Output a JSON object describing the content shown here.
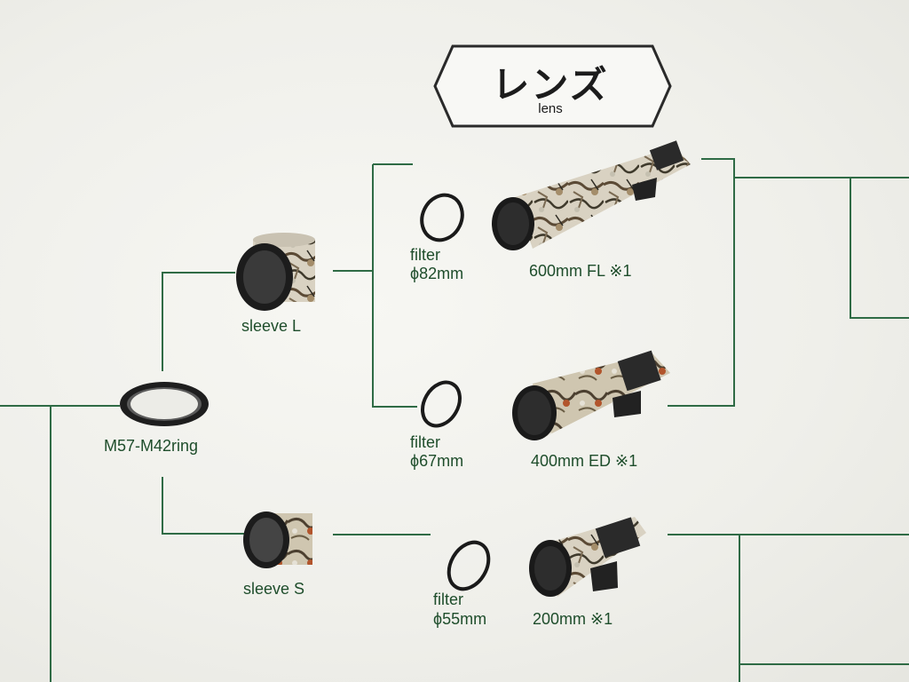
{
  "title": {
    "japanese": "レンズ",
    "english": "lens"
  },
  "components": {
    "ring": {
      "label": "M57-M42ring"
    },
    "sleeve_l": {
      "label": "sleeve L"
    },
    "sleeve_s": {
      "label": "sleeve S"
    }
  },
  "filters": [
    {
      "label": "filter",
      "size": "ϕ82mm"
    },
    {
      "label": "filter",
      "size": "ϕ67mm"
    },
    {
      "label": "filter",
      "size": "ϕ55mm"
    }
  ],
  "lenses": [
    {
      "label": "600mm FL ※1"
    },
    {
      "label": "400mm ED ※1"
    },
    {
      "label": "200mm ※1"
    }
  ],
  "colors": {
    "line": "#2f6b45",
    "text": "#1e4d2b",
    "accent_black": "#1a1a1a"
  }
}
